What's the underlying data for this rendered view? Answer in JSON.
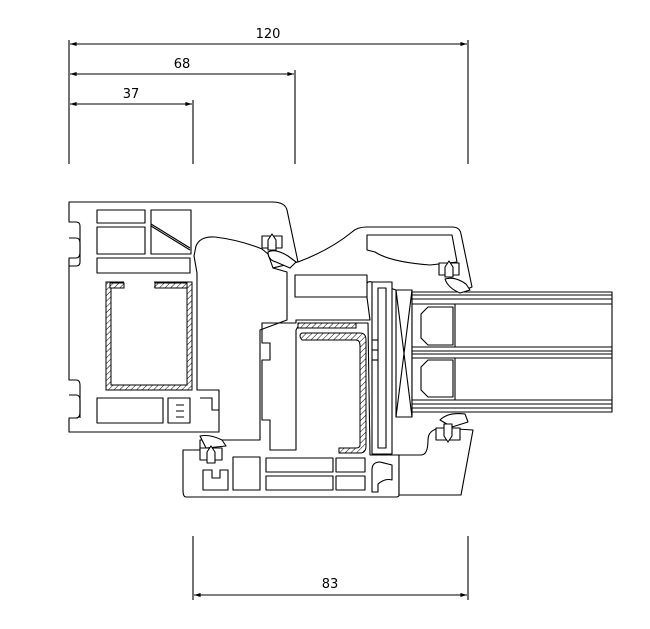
{
  "drawing": {
    "dimensions_top": [
      {
        "id": "overall",
        "label": "120"
      },
      {
        "id": "frame-to-sash",
        "label": "68"
      },
      {
        "id": "frame-depth",
        "label": "37"
      }
    ],
    "dimensions_bottom": [
      {
        "id": "sash-depth",
        "label": "83"
      }
    ]
  }
}
